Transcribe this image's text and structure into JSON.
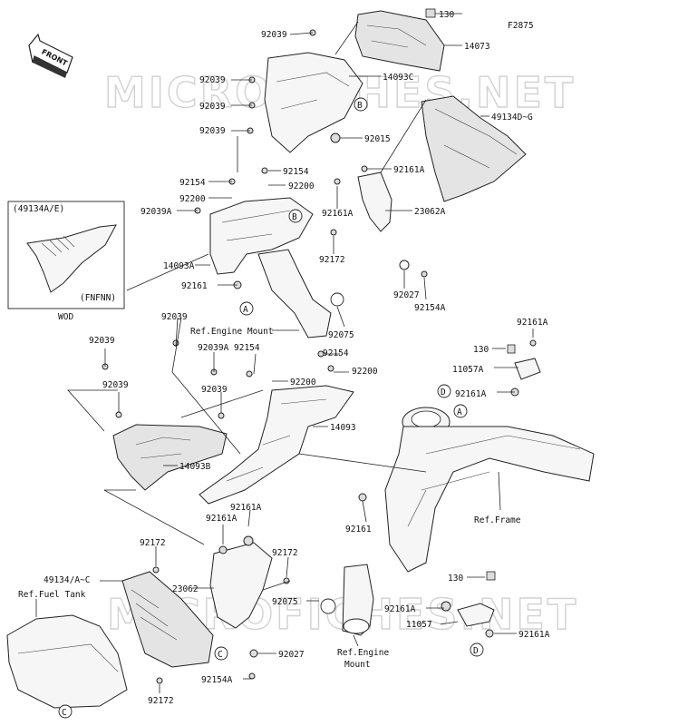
{
  "diagram": {
    "code": "F2875",
    "watermark": "MICROFICHES.NET",
    "front_label": "FRONT",
    "inset": {
      "top_label": "(49134A/E)",
      "bottom_label": "(FNFNN)",
      "caption": "WOD"
    },
    "markers": [
      "A",
      "B",
      "C",
      "D"
    ],
    "labels": [
      "130",
      "92039",
      "14073",
      "92039",
      "14093C",
      "92039",
      "49134D~G",
      "92039",
      "92015",
      "92154",
      "92154",
      "92161A",
      "92200",
      "92200",
      "92039A",
      "92161A",
      "23062A",
      "92172",
      "14093A",
      "92027",
      "92161",
      "92154A",
      "92075",
      "Ref.Engine Mount",
      "92039",
      "92161A",
      "92039",
      "130",
      "92039A",
      "92154",
      "92154",
      "92200",
      "92200",
      "11057A",
      "92039",
      "92161A",
      "92039",
      "14093",
      "14093B",
      "92161A",
      "92161",
      "92161A",
      "Ref.Frame",
      "92172",
      "92172",
      "49134/A~C",
      "Ref.Fuel Tank",
      "130",
      "23062",
      "92075",
      "92161A",
      "11057",
      "92161A",
      "92027",
      "Ref.Engine",
      "Mount",
      "92154A",
      "92172"
    ]
  }
}
